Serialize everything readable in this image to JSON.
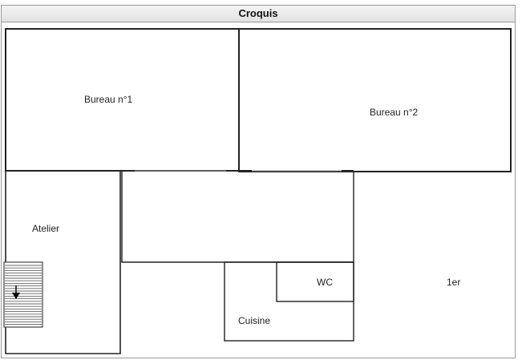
{
  "window": {
    "title": "Croquis"
  },
  "plan": {
    "rooms": [
      {
        "id": "bureau-1",
        "label": "Bureau n°1"
      },
      {
        "id": "bureau-2",
        "label": "Bureau n°2"
      },
      {
        "id": "atelier",
        "label": "Atelier"
      },
      {
        "id": "wc",
        "label": "WC"
      },
      {
        "id": "cuisine",
        "label": "Cuisine"
      },
      {
        "id": "premier",
        "label": "1er"
      }
    ],
    "stairs": {
      "icon": "stairs-down-icon"
    },
    "colors": {
      "wall": "#222222",
      "thin_wall": "#9a9a9a",
      "stairs": "#444444"
    }
  }
}
